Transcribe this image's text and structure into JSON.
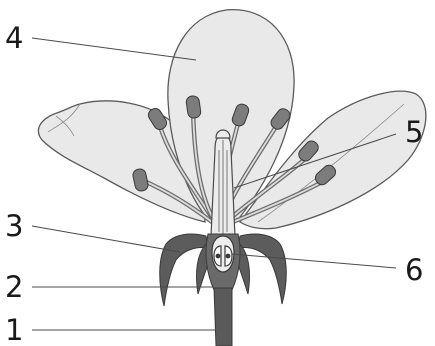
{
  "diagram": {
    "labels": [
      {
        "id": "label-1",
        "text": "1"
      },
      {
        "id": "label-2",
        "text": "2"
      },
      {
        "id": "label-3",
        "text": "3"
      },
      {
        "id": "label-4",
        "text": "4"
      },
      {
        "id": "label-5",
        "text": "5"
      },
      {
        "id": "label-6",
        "text": "6"
      }
    ],
    "colors": {
      "petal_fill": "#e9e9e9",
      "dark_tissue": "#5c5c5c",
      "anther": "#7c7c7c",
      "line": "#4a4a4a"
    }
  }
}
